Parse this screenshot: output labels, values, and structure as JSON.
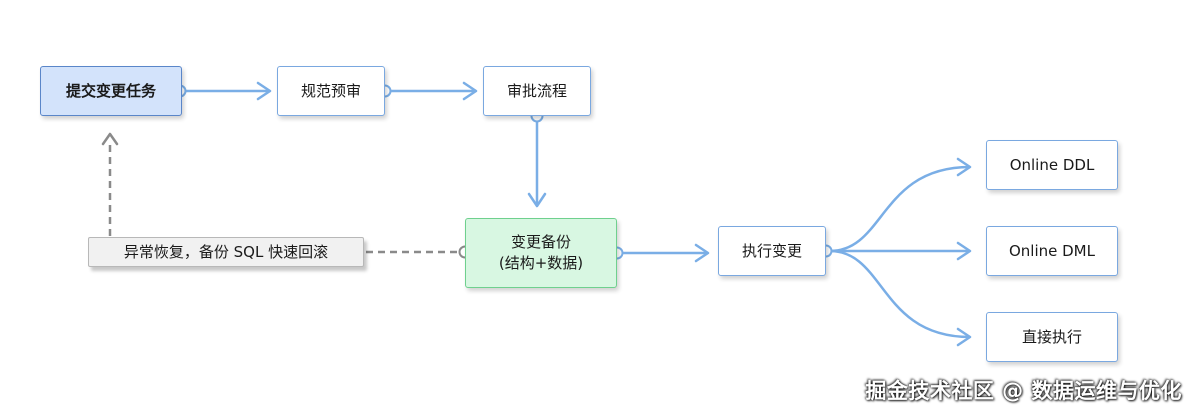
{
  "nodes": {
    "submit": "提交变更任务",
    "review": "规范预审",
    "approve": "审批流程",
    "backup_line1": "变更备份",
    "backup_line2": "(结构+数据)",
    "execute": "执行变更",
    "online_ddl": "Online DDL",
    "online_dml": "Online DML",
    "direct_exec": "直接执行",
    "rollback": "异常恢复，备份 SQL 快速回滚"
  },
  "watermark": "掘金技术社区 @ 数据运维与优化",
  "colors": {
    "connector": "#7aaee6",
    "dashed_connector": "#8a8a8a",
    "submit_fill": "#d3e3fb",
    "backup_fill": "#d8f7e2",
    "rollback_fill": "#f1f1f1"
  }
}
